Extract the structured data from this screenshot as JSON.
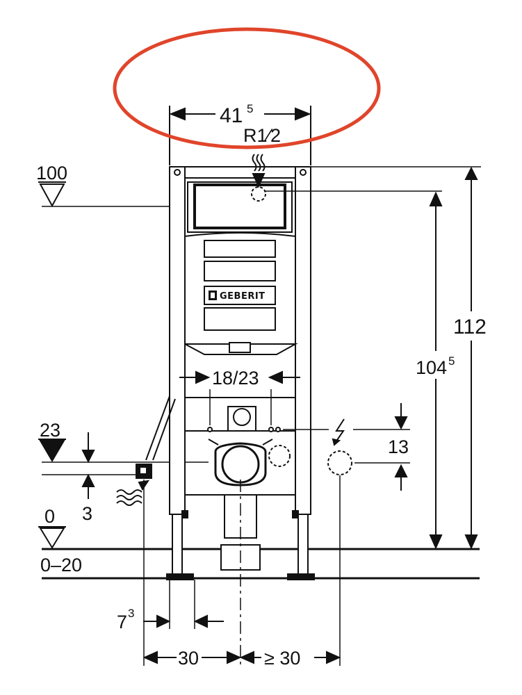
{
  "dimensions": {
    "top_width": {
      "main": "41",
      "superscript": "5"
    },
    "thread": "R1⁄2",
    "height_total": "112",
    "height_connection": {
      "main": "104",
      "superscript": "5"
    },
    "flush_spacing": "18/23",
    "electric_offset": "13",
    "left_offset": {
      "main": "7",
      "superscript": "3"
    },
    "bottom_left": "30",
    "bottom_right": "≥ 30",
    "level_offset_small": "3"
  },
  "levels": {
    "upper": "100",
    "middle": "23",
    "floor": "0",
    "floor_range": "0–20"
  },
  "brand": {
    "logo_text": "GEBERIT"
  },
  "annotation": {
    "color": "#e0452b"
  },
  "icons": [
    "water-supply-icon",
    "electric-connection-icon",
    "level-marker-icon",
    "geberit-logo-icon"
  ]
}
